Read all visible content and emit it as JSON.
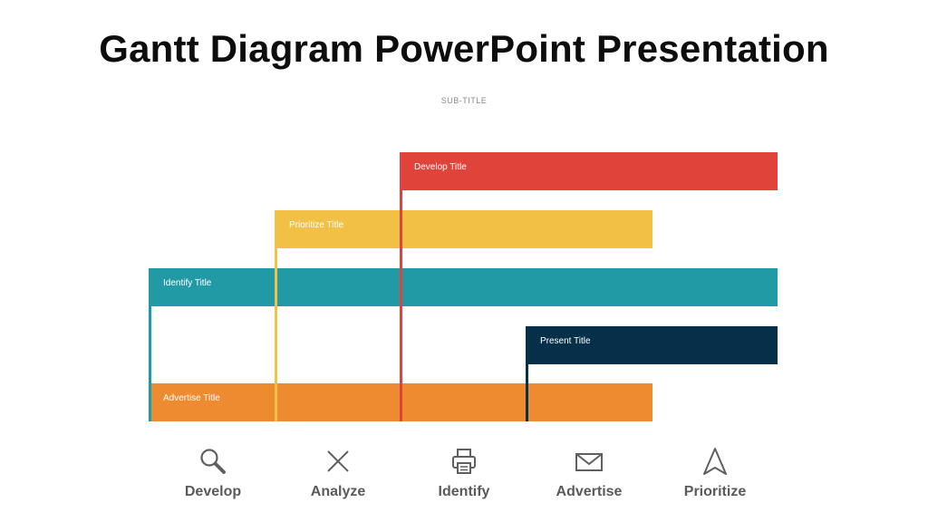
{
  "slide": {
    "title": "Gantt Diagram PowerPoint Presentation",
    "subtitle": "SUB-TITLE"
  },
  "gantt": {
    "bars": [
      {
        "label": "Develop Title",
        "color": "#e0433a"
      },
      {
        "label": "Prioritize Title",
        "color": "#f2c044"
      },
      {
        "label": "Identify Title",
        "color": "#229aa6"
      },
      {
        "label": "Present Title",
        "color": "#062f4a"
      },
      {
        "label": "Advertise Title",
        "color": "#ee8a2f"
      }
    ]
  },
  "icons": [
    {
      "icon": "search-icon",
      "label": "Develop"
    },
    {
      "icon": "close-icon",
      "label": "Analyze"
    },
    {
      "icon": "printer-icon",
      "label": "Identify"
    },
    {
      "icon": "envelope-icon",
      "label": "Advertise"
    },
    {
      "icon": "navigation-arrow-icon",
      "label": "Prioritize"
    }
  ]
}
